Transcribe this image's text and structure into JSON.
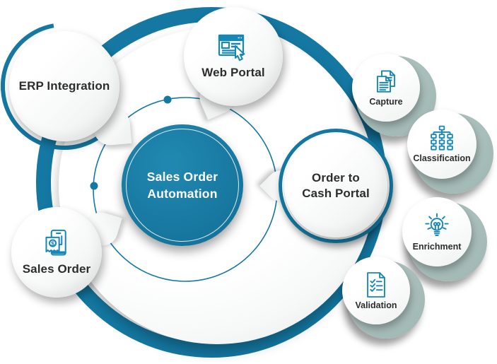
{
  "colors": {
    "primary_teal": "#1478A2",
    "icon_teal": "#1787B5",
    "sage": "#A7BDB9",
    "label_dark": "#2D2D2D"
  },
  "center_node": {
    "line1": "Sales Order",
    "line2": "Automation"
  },
  "nodes": {
    "erp": {
      "label": "ERP Integration"
    },
    "web_portal": {
      "label": "Web Portal",
      "icon": "browser-cursor-icon"
    },
    "sales_order": {
      "label": "Sales Order",
      "icon": "mobile-invoice-icon"
    },
    "order_to_cash": {
      "line1": "Order to",
      "line2": "Cash Portal"
    }
  },
  "process_steps": [
    {
      "label": "Capture",
      "icon": "documents-icon"
    },
    {
      "label": "Classification",
      "icon": "hierarchy-icon"
    },
    {
      "label": "Enrichment",
      "icon": "lightbulb-icon"
    },
    {
      "label": "Validation",
      "icon": "checklist-icon"
    }
  ]
}
